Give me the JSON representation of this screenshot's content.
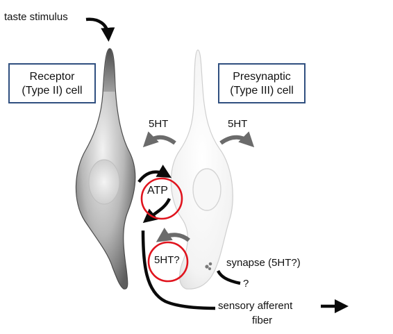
{
  "labels": {
    "taste_stimulus": "taste stimulus",
    "receptor_line1": "Receptor",
    "receptor_line2": "(Type II) cell",
    "presynaptic_line1": "Presynaptic",
    "presynaptic_line2": "(Type III) cell",
    "serotonin_left": "5HT",
    "serotonin_right": "5HT",
    "atp": "ATP",
    "serotonin_question": "5HT?",
    "synapse": "synapse (5HT?)",
    "question_mark": "?",
    "afferent_line1": "sensory afferent",
    "afferent_line2": "fiber"
  },
  "colors": {
    "box_border": "#2f4f7f",
    "highlight_circle": "#e0141e",
    "arrow_black": "#0a0a0a",
    "arrow_gray": "#6b6b6b"
  }
}
